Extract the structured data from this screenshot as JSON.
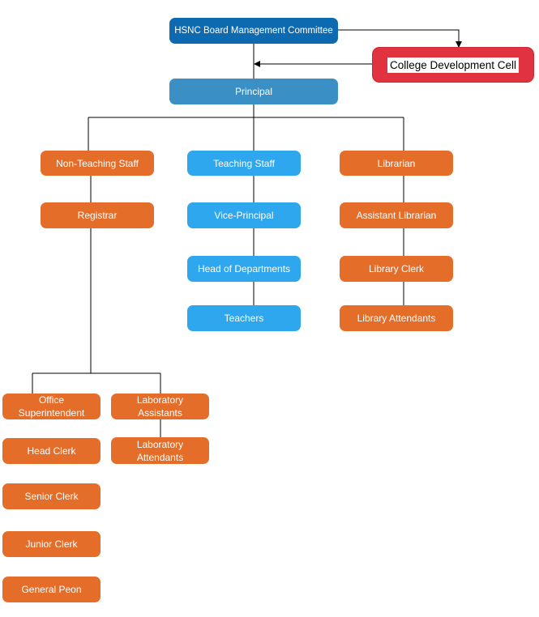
{
  "board": "HSNC Board Management Committee",
  "college_cell": "College Development Cell",
  "principal": "Principal",
  "non_teaching": {
    "head": "Non-Teaching Staff",
    "registrar": "Registrar",
    "office": [
      "Office Superintendent",
      "Head Clerk",
      "Senior Clerk",
      "Junior Clerk",
      "General Peon"
    ],
    "lab": [
      "Laboratory Assistants",
      "Laboratory Attendants"
    ]
  },
  "teaching": {
    "head": "Teaching Staff",
    "items": [
      "Vice-Principal",
      "Head of Departments",
      "Teachers"
    ]
  },
  "library": {
    "head": "Librarian",
    "items": [
      "Assistant Librarian",
      "Library Clerk",
      "Library Attendants"
    ]
  },
  "colors": {
    "board": "#0e6ab0",
    "principal": "#3a8fc4",
    "teaching": "#2fa7ee",
    "non_teaching": "#e46d2a",
    "cell": "#e0323f"
  }
}
